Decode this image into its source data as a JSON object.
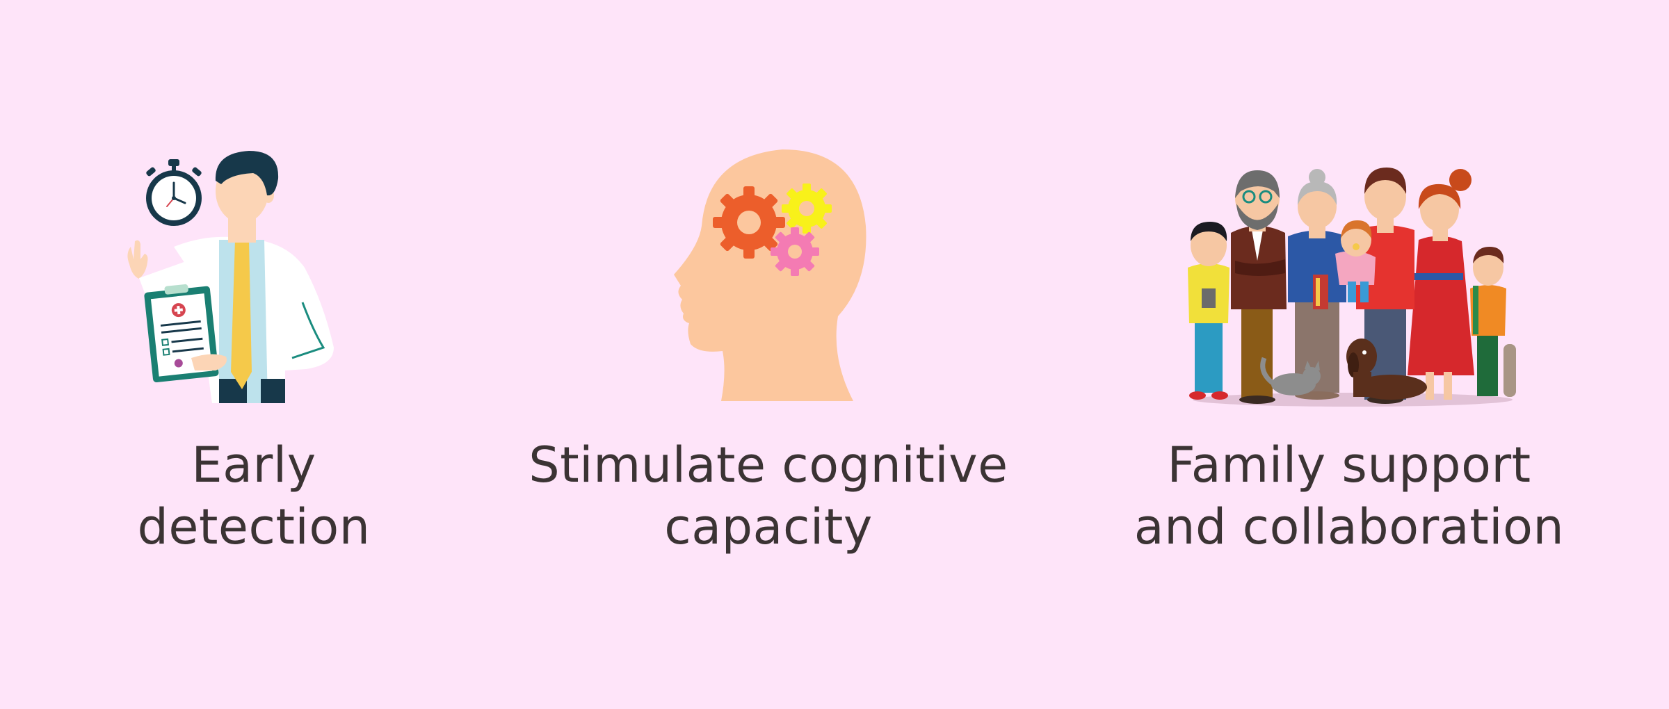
{
  "background_color": "#fee4f9",
  "text_color": "#3b3334",
  "items": [
    {
      "icon": "doctor-with-clipboard-and-stopwatch",
      "lines": [
        "Early",
        "detection"
      ]
    },
    {
      "icon": "head-with-gears",
      "lines": [
        "Stimulate cognitive",
        "capacity"
      ]
    },
    {
      "icon": "family-group",
      "lines": [
        "Family support",
        "and collaboration"
      ]
    }
  ]
}
